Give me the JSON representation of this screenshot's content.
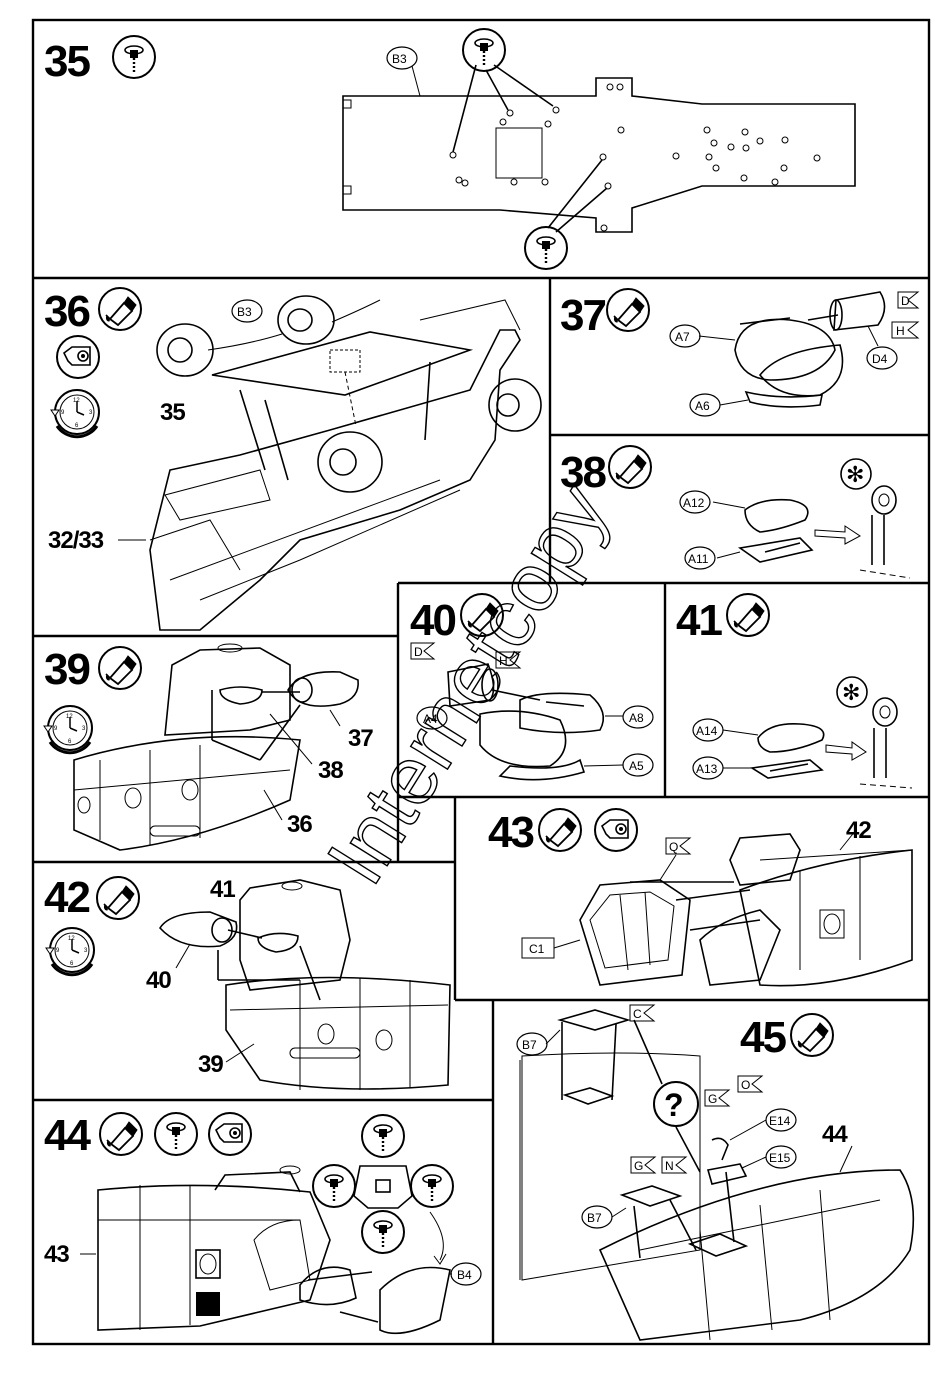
{
  "steps": {
    "s35": "35",
    "s36": "36",
    "s37": "37",
    "s38": "38",
    "s39": "39",
    "s40": "40",
    "s41": "41",
    "s42": "42",
    "s43": "43",
    "s44": "44",
    "s45": "45"
  },
  "parts": {
    "B3": "B3",
    "A7": "A7",
    "A6": "A6",
    "D4": "D4",
    "A12": "A12",
    "A11": "A11",
    "A8": "A8",
    "A5": "A5",
    "A4": "A4",
    "A14": "A14",
    "A13": "A13",
    "C1": "C1",
    "B7": "B7",
    "E14": "E14",
    "E15": "E15",
    "B4": "B4"
  },
  "flags": {
    "D": "D",
    "H": "H",
    "C": "C",
    "G": "G",
    "O": "O",
    "N": "N",
    "Q": "Q"
  },
  "refs": {
    "r35": "35",
    "r32_33": "32/33",
    "r37": "37",
    "r38": "38",
    "r36": "36",
    "r41": "41",
    "r40": "40",
    "r39": "39",
    "r42": "42",
    "r43": "43",
    "r44": "44"
  },
  "symbols": {
    "asterisk": "✻",
    "question": "?"
  },
  "watermark": "Internetcopy",
  "icons": [
    "drill-icon",
    "glue-tube-icon",
    "paint-icon",
    "clock-icon",
    "asterisk-icon",
    "question-icon"
  ]
}
